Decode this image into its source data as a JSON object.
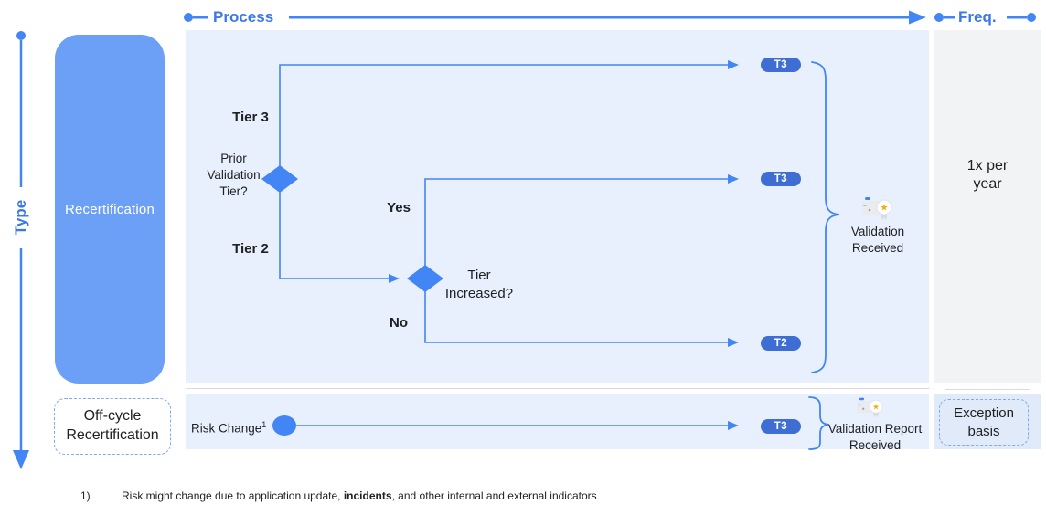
{
  "colors": {
    "accent_blue": "#4285F4",
    "axis_label_blue": "#3C78E8",
    "pill_blue": "#3E6ED3",
    "recert_box_blue": "#6CA0F6",
    "panel_light_blue": "#E8F0FE",
    "freq_panel_gray": "#F1F3F4",
    "freq_panel_bottom_blue": "#E1EAF9",
    "dashed_border_blue": "#7BAAF7"
  },
  "axes": {
    "process": "Process",
    "freq": "Freq.",
    "type": "Type"
  },
  "recertification_row": {
    "type_label": "Recertification",
    "tier3_label": "Tier 3",
    "tier2_label": "Tier 2",
    "decision_prior_line1": "Prior",
    "decision_prior_line2": "Validation",
    "decision_prior_line3": "Tier?",
    "decision_increased_line1": "Tier",
    "decision_increased_line2": "Increased?",
    "yes_label": "Yes",
    "no_label": "No",
    "pill_top": "T3",
    "pill_middle": "T3",
    "pill_bottom": "T2",
    "outcome_icon": "certificate-icon",
    "outcome_line1": "Validation",
    "outcome_line2": "Received",
    "frequency_line1": "1x per",
    "frequency_line2": "year"
  },
  "off_cycle_row": {
    "type_line1": "Off-cycle",
    "type_line2": "Recertification",
    "trigger_label": "Risk Change",
    "trigger_superscript": "1",
    "pill": "T3",
    "outcome_icon": "certificate-icon",
    "outcome_line1": "Validation Report",
    "outcome_line2": "Received",
    "frequency_line1": "Exception",
    "frequency_line2": "basis"
  },
  "footnote": {
    "number": "1)",
    "text_before": "Risk might change due to application update, ",
    "bold_text": "incidents",
    "text_after": ", and other internal and external indicators"
  }
}
